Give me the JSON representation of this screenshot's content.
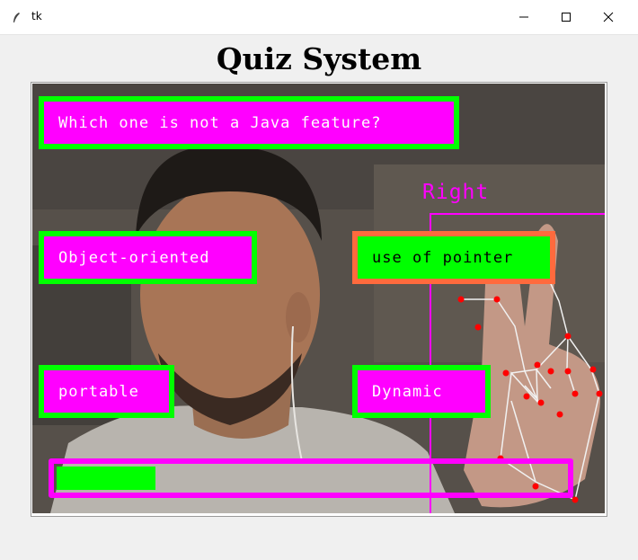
{
  "window": {
    "title": "tk",
    "icon": "feather-icon",
    "controls": [
      "minimize-icon",
      "maximize-icon",
      "close-icon"
    ]
  },
  "app": {
    "title": "Quiz System"
  },
  "quiz": {
    "question": "Which one is not a Java feature?",
    "options": [
      "Object-oriented",
      "use of pointer",
      "portable",
      "Dynamic"
    ],
    "selected_option": "use of pointer"
  },
  "hand": {
    "label": "Right"
  },
  "progress": {
    "fraction": 0.195
  },
  "colors": {
    "box_fill": "#ff00ff",
    "box_border": "#00ff00",
    "selected_fill": "#00ff00",
    "selected_border": "#ff6a3d",
    "hand_box": "#ff00ff",
    "landmark": "#ff0000"
  }
}
